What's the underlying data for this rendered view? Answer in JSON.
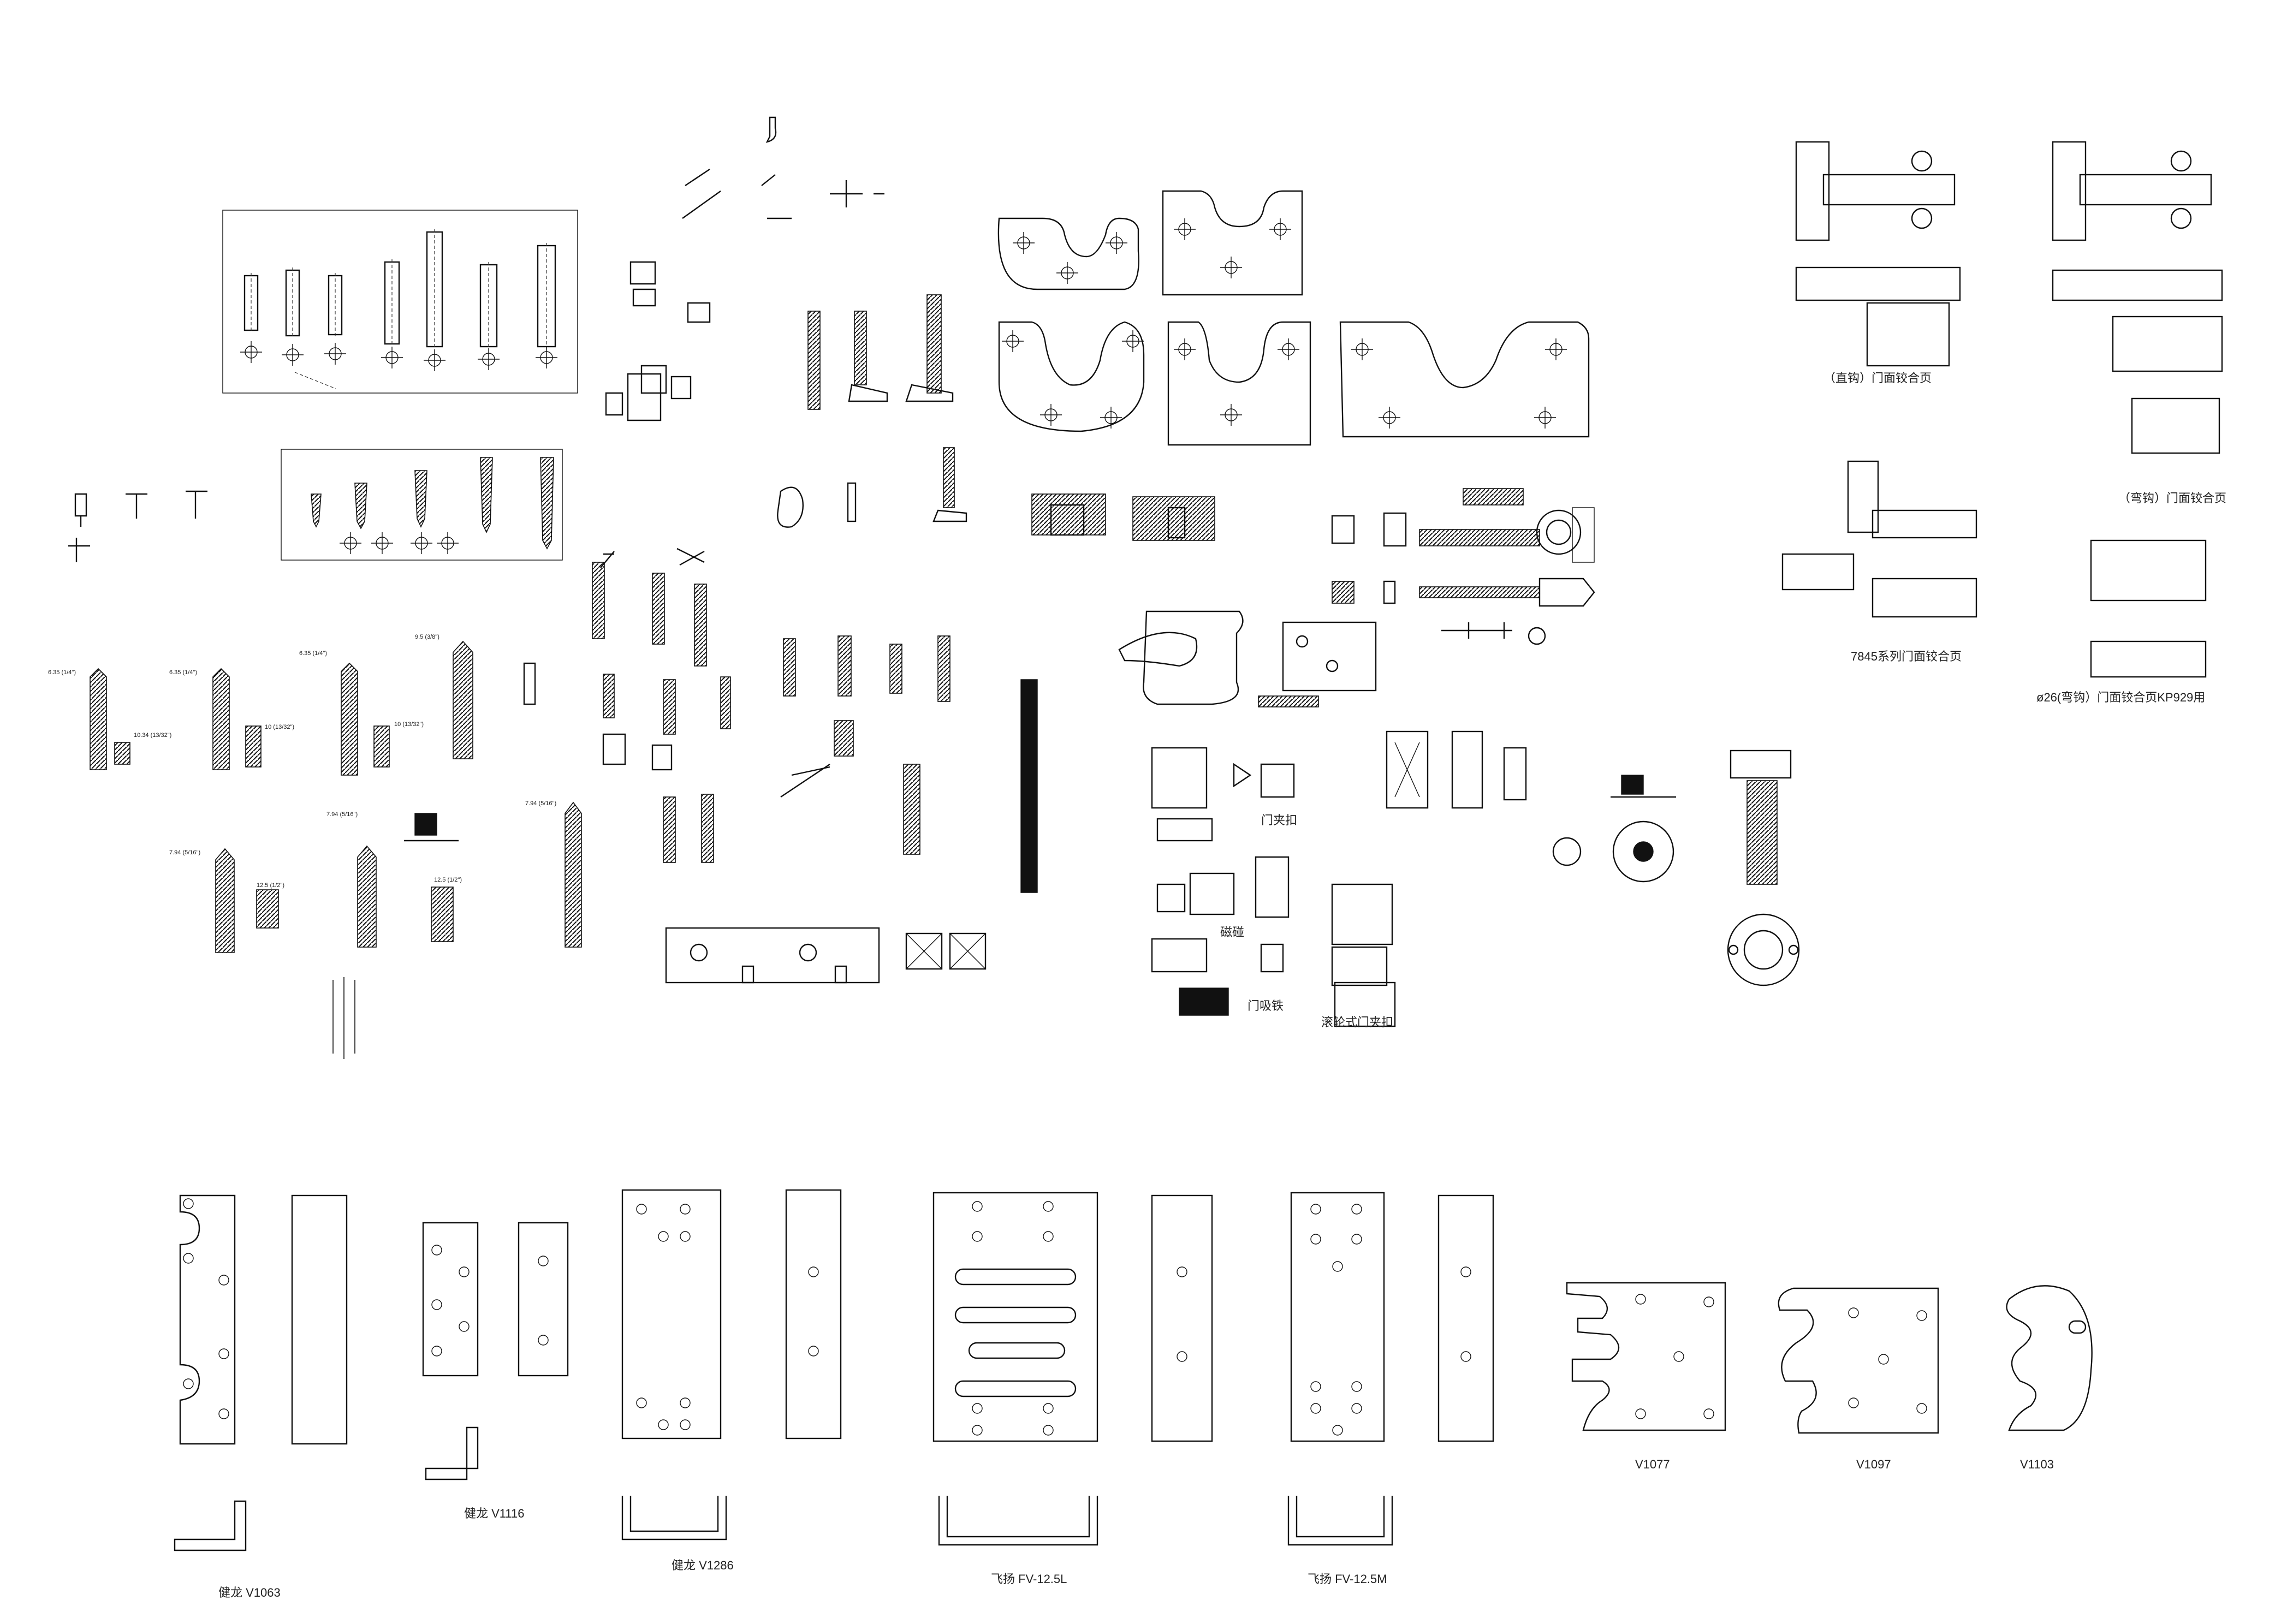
{
  "labels": {
    "hinge_straight": "（直钩）门面铰合页",
    "hinge_curved": "（弯钩）门面铰合页",
    "hinge_7845": "7845系列门面铰合页",
    "hinge_kp929": "ø26(弯钩）门面铰合页KP929用",
    "door_clip": "门夹扣",
    "magnet": "磁碰",
    "door_iron": "门吸铁",
    "roller_clip": "滚轮式门夹扣",
    "v1063": "健龙  V1063",
    "v1116": "健龙  V1116",
    "v1286": "健龙  V1286",
    "fv125l": "飞扬  FV-12.5L",
    "fv125m": "飞扬  FV-12.5M",
    "v1077": "V1077",
    "v1097": "V1097",
    "v1103": "V1103"
  },
  "dims": {
    "d635a": "6.35 (1/4\")",
    "d635b": "6.35 (1/4\")",
    "d635c": "6.35 (1/4\")",
    "d95": "9.5 (3/8\")",
    "d794a": "7.94 (5/16\")",
    "d794b": "7.94 (5/16\")",
    "d794c": "7.94 (5/16\")",
    "d1034": "10.34 (13/32\")",
    "d10": "10 (13/32\")",
    "d10b": "10 (13/32\")",
    "d125": "12.5 (1/2\")",
    "d125b": "12.5 (1/2\")"
  }
}
